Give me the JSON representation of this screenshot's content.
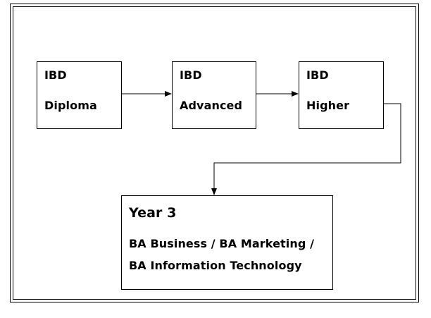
{
  "boxes": {
    "diploma": {
      "line1": "IBD",
      "line2": "Diploma"
    },
    "advanced": {
      "line1": "IBD",
      "line2": "Advanced"
    },
    "higher": {
      "line1": "IBD",
      "line2": "Higher"
    },
    "year3": {
      "title": "Year 3",
      "line1": "BA Business / BA Marketing /",
      "line2": "BA Information Technology"
    }
  },
  "colors": {
    "stroke": "#000000",
    "background": "#ffffff"
  }
}
